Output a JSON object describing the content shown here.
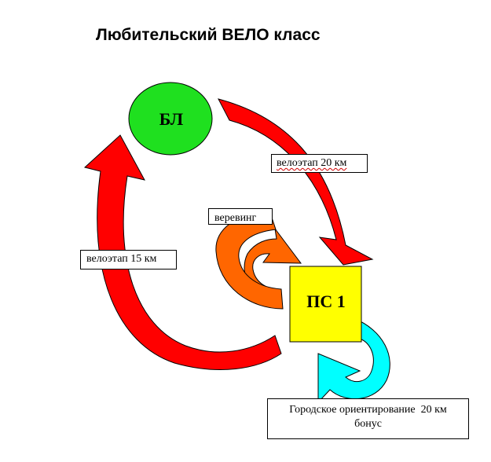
{
  "title": "Любительский ВЕЛО класс",
  "nodes": {
    "start": {
      "label": "БЛ",
      "color": "#1fe01f"
    },
    "checkpoint": {
      "label": "ПС 1",
      "color": "#ffff00"
    }
  },
  "edges": {
    "bike_stage_1": {
      "label": "велоэтап 20 км",
      "color": "#ff0000"
    },
    "bike_stage_2": {
      "label": "велоэтап 15 км",
      "color": "#ff0000"
    },
    "rope": {
      "label": "веревинг",
      "color": "#ff6600"
    },
    "city_orienteering": {
      "label_line1": "Городское ориентирование  20 км",
      "label_line2": "бонус",
      "color": "#00ffff"
    }
  }
}
